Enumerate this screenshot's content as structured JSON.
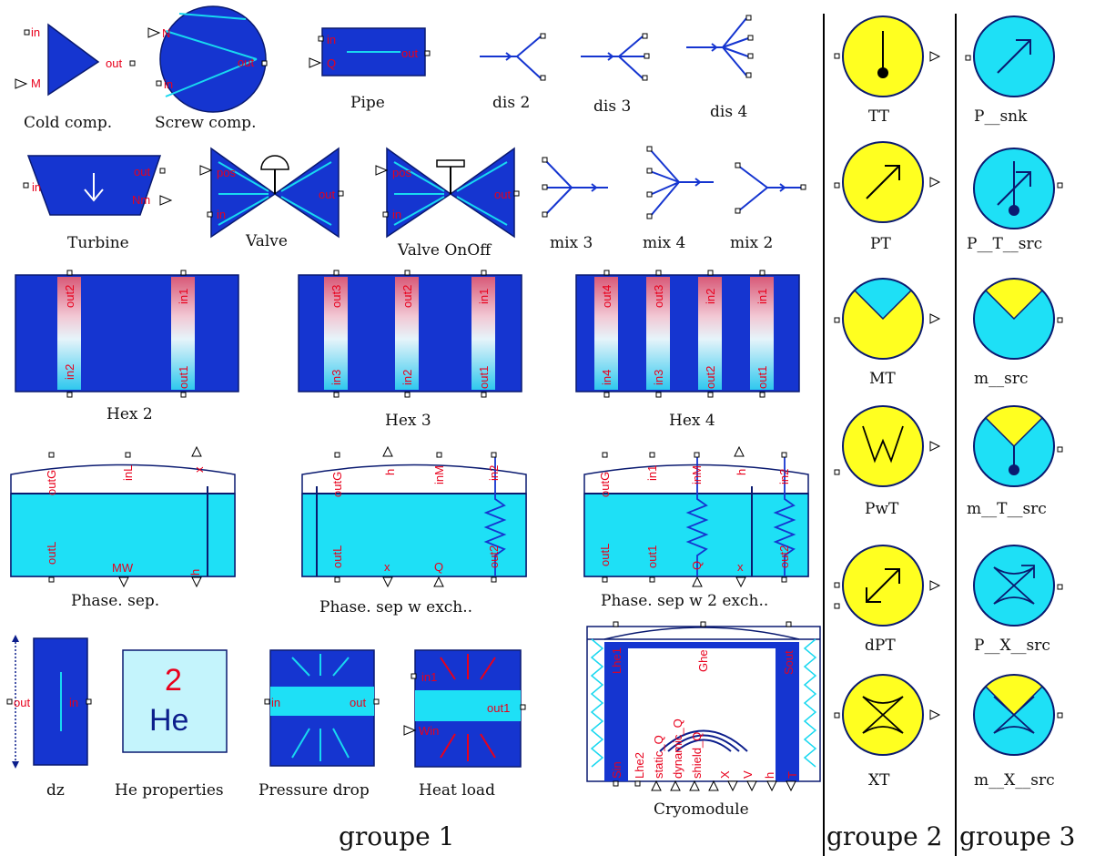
{
  "groups": {
    "g1": "groupe 1",
    "g2": "groupe 2",
    "g3": "groupe 3"
  },
  "components": {
    "cold_comp": {
      "caption": "Cold comp.",
      "p_in": "in",
      "p_out": "out",
      "p_m": "M"
    },
    "screw_comp": {
      "caption": "Screw comp.",
      "p_n": "N",
      "p_out": "out",
      "p_in": "in"
    },
    "pipe": {
      "caption": "Pipe",
      "p_in": "in",
      "p_q": "Q",
      "p_out": "out"
    },
    "dis2": {
      "caption": "dis 2"
    },
    "dis3": {
      "caption": "dis 3"
    },
    "dis4": {
      "caption": "dis 4"
    },
    "turbine": {
      "caption": "Turbine",
      "p_in": "in",
      "p_out": "out",
      "p_nm": "Nm"
    },
    "valve": {
      "caption": "Valve",
      "p_pos": "pos",
      "p_in": "in",
      "p_out": "out"
    },
    "valve_onoff": {
      "caption": "Valve OnOff",
      "p_pos": "pos",
      "p_in": "in",
      "p_out": "out"
    },
    "mix3": {
      "caption": "mix 3"
    },
    "mix4": {
      "caption": "mix 4"
    },
    "mix2": {
      "caption": "mix 2"
    },
    "hex2": {
      "caption": "Hex 2",
      "labels": [
        "out2",
        "in1",
        "in2",
        "out1"
      ]
    },
    "hex3": {
      "caption": "Hex 3",
      "labels": [
        "out3",
        "out2",
        "in1",
        "in3",
        "in2",
        "out1"
      ]
    },
    "hex4": {
      "caption": "Hex 4",
      "labels": [
        "out4",
        "out3",
        "in2",
        "in1",
        "in4",
        "in3",
        "out2",
        "out1"
      ]
    },
    "phase_sep": {
      "caption": "Phase. sep.",
      "labels": [
        "outG",
        "inL",
        "x",
        "outL",
        "h",
        "MW"
      ]
    },
    "phase_sep_exch": {
      "caption": "Phase. sep w exch..",
      "labels": [
        "outG",
        "h",
        "inM",
        "in2",
        "outL",
        "x",
        "Q",
        "out2"
      ]
    },
    "phase_sep_2exch": {
      "caption": "Phase. sep w 2 exch..",
      "labels": [
        "outG",
        "in1",
        "inM",
        "h",
        "in2",
        "outL",
        "out1",
        "Q",
        "x",
        "out2"
      ]
    },
    "dz": {
      "caption": "dz",
      "p_out": "out",
      "p_in": "in"
    },
    "he_props": {
      "caption": "He properties",
      "num": "2",
      "sym": "He"
    },
    "pressure_drop": {
      "caption": "Pressure drop",
      "p_in": "in",
      "p_out": "out"
    },
    "heat_load": {
      "caption": "Heat load",
      "p_in1": "in1",
      "p_out1": "out1",
      "p_win": "Win"
    },
    "cryomodule": {
      "caption": "Cryomodule",
      "labels": [
        "Lhe1",
        "Ghe",
        "Sout",
        "Sin",
        "Lhe2",
        "static_Q",
        "dynamic_Q",
        "shield_Q",
        "X",
        "V",
        "h",
        "T"
      ]
    }
  },
  "sensors": [
    "TT",
    "PT",
    "MT",
    "PwT",
    "dPT",
    "XT"
  ],
  "sources": [
    "P__snk",
    "P__T__src",
    "m__src",
    "m__T__src",
    "P__X__src",
    "m__X__src"
  ]
}
